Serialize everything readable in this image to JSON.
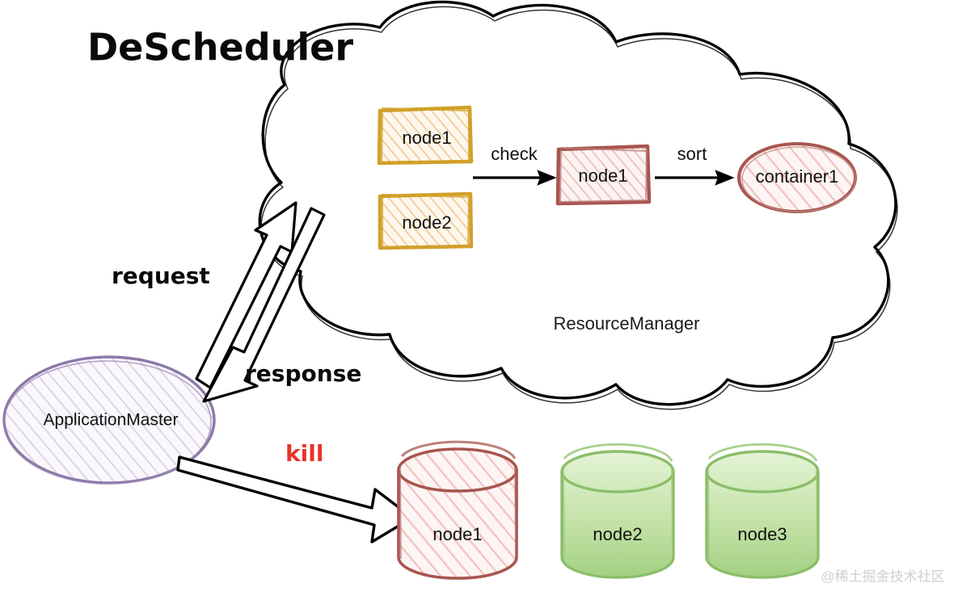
{
  "diagram": {
    "title": "DeScheduler",
    "watermark": "@稀土掘金技术社区",
    "cloud": {
      "label": "ResourceManager",
      "stroke": "#000000"
    },
    "pipeline": {
      "input_nodes": [
        {
          "label": "node1",
          "stroke": "#d2a029",
          "fill": "#fdf6ea"
        },
        {
          "label": "node2",
          "stroke": "#d2a029",
          "fill": "#fdf6ea"
        }
      ],
      "edges": [
        {
          "label": "check"
        },
        {
          "label": "sort"
        }
      ],
      "checked_node": {
        "label": "node1",
        "stroke": "#a8554f",
        "fill": "#fbf0ef"
      },
      "container": {
        "label": "container1",
        "stroke": "#a8554f",
        "fill": "#fbf0ef"
      }
    },
    "application_master": {
      "label": "ApplicationMaster",
      "stroke": "#8c79a8",
      "fill": "#f7f4fa"
    },
    "messages": [
      {
        "label": "request",
        "color": "#000000"
      },
      {
        "label": "response",
        "color": "#000000"
      },
      {
        "label": "kill",
        "color": "#e8342a"
      }
    ],
    "cluster_nodes": [
      {
        "label": "node1",
        "state": "killed",
        "stroke": "#a8554f",
        "fill_top": "#fdf2f1",
        "fill_bottom": "#f7e4e2"
      },
      {
        "label": "node2",
        "state": "healthy",
        "stroke": "#8bbd6a",
        "fill_top": "#d8ecc4",
        "fill_bottom": "#a6d286"
      },
      {
        "label": "node3",
        "state": "healthy",
        "stroke": "#8bbd6a",
        "fill_top": "#d8ecc4",
        "fill_bottom": "#a6d286"
      }
    ]
  }
}
